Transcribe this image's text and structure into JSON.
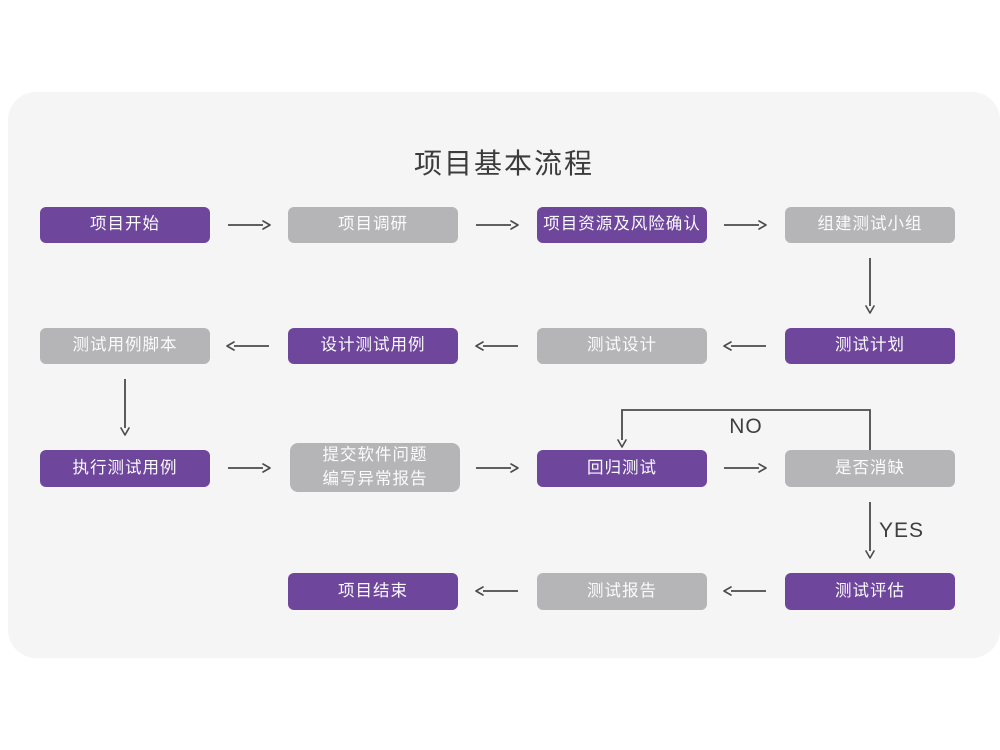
{
  "title": "项目基本流程",
  "colors": {
    "node_purple": "#6E479C",
    "node_gray": "#B5B4B6",
    "node_text": "#FBFAFC",
    "arrow": "#4B4B4D",
    "card_background": "#F6F5F6",
    "page_background": "#FFFFFF",
    "title_text": "#3C3C3C",
    "flow_label_text": "#3F3F41"
  },
  "flow_labels": {
    "no": "NO",
    "yes": "YES"
  },
  "nodes": {
    "start": {
      "label": "项目开始",
      "variant": "purple"
    },
    "research": {
      "label": "项目调研",
      "variant": "gray"
    },
    "risk": {
      "label": "项目资源及风险确认",
      "variant": "purple"
    },
    "team": {
      "label": "组建测试小组",
      "variant": "gray"
    },
    "script": {
      "label": "测试用例脚本",
      "variant": "gray"
    },
    "case_design": {
      "label": "设计测试用例",
      "variant": "purple"
    },
    "design": {
      "label": "测试设计",
      "variant": "gray"
    },
    "plan": {
      "label": "测试计划",
      "variant": "purple"
    },
    "execute": {
      "label": "执行测试用例",
      "variant": "purple"
    },
    "report_issue": {
      "line1": "提交软件问题",
      "line2": "编写异常报告",
      "variant": "gray"
    },
    "regression": {
      "label": "回归测试",
      "variant": "purple"
    },
    "defect_check": {
      "label": "是否消缺",
      "variant": "gray"
    },
    "end": {
      "label": "项目结束",
      "variant": "purple"
    },
    "test_report": {
      "label": "测试报告",
      "variant": "gray"
    },
    "evaluate": {
      "label": "测试评估",
      "variant": "purple"
    }
  }
}
